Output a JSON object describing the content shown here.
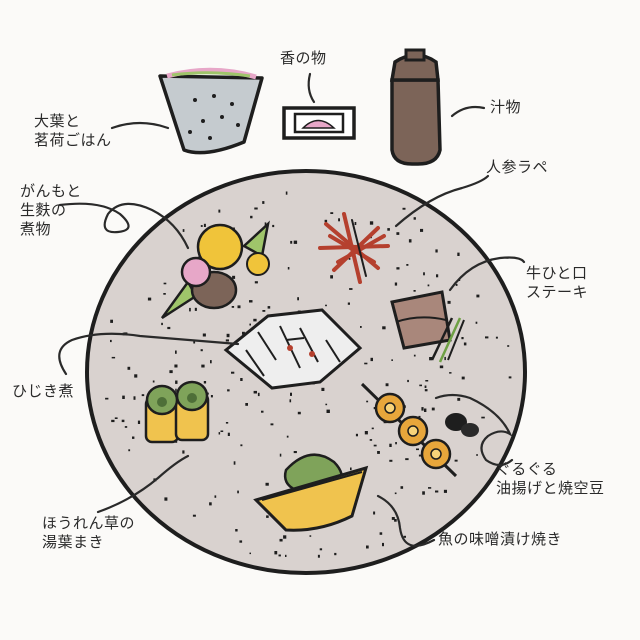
{
  "labels": {
    "rice": "大葉と\n茗荷ごはん",
    "pickles": "香の物",
    "soup": "汁物",
    "ganmo": "がんもと\n生麩の\n煮物",
    "carrot": "人参ラペ",
    "beef": "牛ひと口\nステーキ",
    "hijiki": "ひじき煮",
    "aburaage": "ぐるぐる\n油揚げと焼空豆",
    "spinach": "ほうれん草の\n湯葉まき",
    "fish": "魚の味噌漬け焼き"
  },
  "colors": {
    "plate": "#d9d2cf",
    "ink": "#1e1e1e",
    "rice_bowl": "#c5cbcf",
    "soup_bowl": "#7c6458",
    "yellow": "#f0c43a",
    "pink": "#e7a7c8",
    "green": "#9fc56a",
    "carrot": "#b5402e",
    "fish_bowl": "#f0c34e",
    "aburaage": "#e7a63b",
    "beef": "#a9877b"
  }
}
